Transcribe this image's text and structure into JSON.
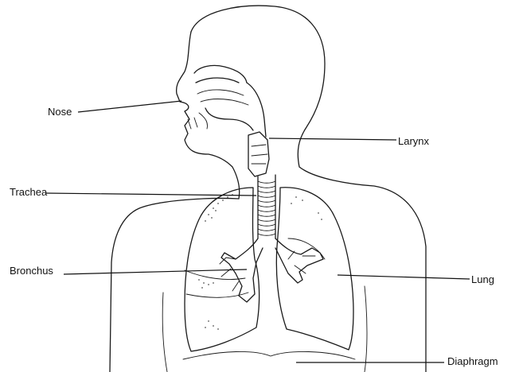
{
  "labels": {
    "nose": "Nose",
    "larynx": "Larynx",
    "trachea": "Trachea",
    "bronchus": "Bronchus",
    "lung": "Lung",
    "diaphragm": "Diaphragm"
  },
  "colors": {
    "background": "#ffffff",
    "line": "#1a1a1a",
    "text": "#111111"
  }
}
